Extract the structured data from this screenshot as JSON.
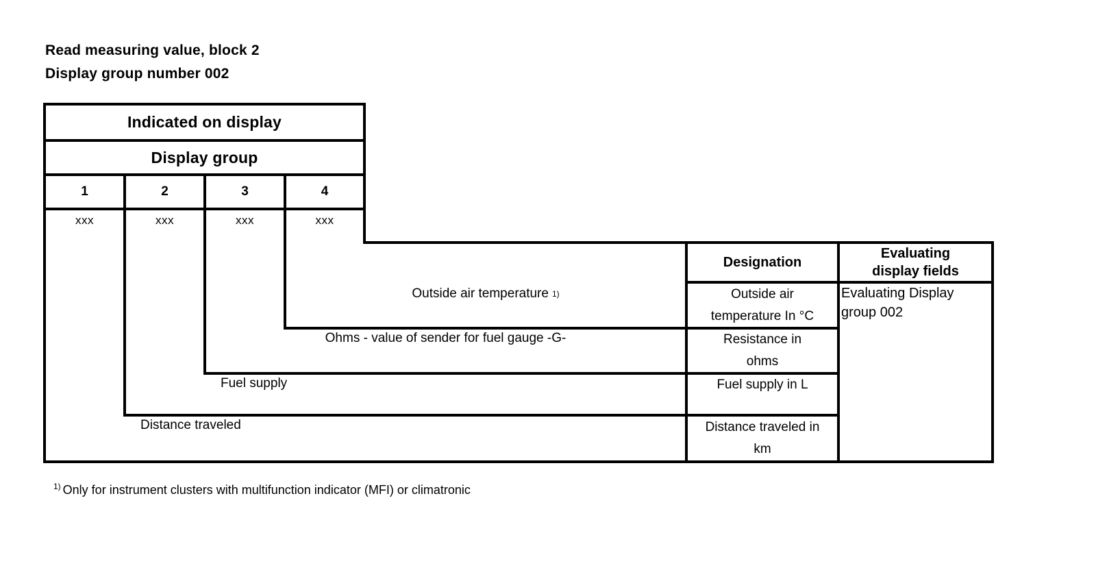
{
  "title": {
    "line1": "Read measuring value, block 2",
    "line2": "Display group number 002"
  },
  "table": {
    "header_indicated": "Indicated on display",
    "header_display_group": "Display group",
    "group_numbers": [
      "1",
      "2",
      "3",
      "4"
    ],
    "group_values": [
      "xxx",
      "xxx",
      "xxx",
      "xxx"
    ],
    "designation_header": "Designation",
    "evaluating_header_line1": "Evaluating",
    "evaluating_header_line2": "display fields",
    "evaluating_value_line1": "Evaluating Display",
    "evaluating_value_line2": "group 002",
    "rows": [
      {
        "description": "Outside air temperature",
        "footnote_marker": "1)",
        "designation_line1": "Outside air",
        "designation_line2": "temperature In °C"
      },
      {
        "description": "Ohms - value of sender for fuel gauge -G-",
        "footnote_marker": "",
        "designation_line1": "Resistance in",
        "designation_line2": "ohms"
      },
      {
        "description": "Fuel supply",
        "footnote_marker": "",
        "designation_line1": "Fuel supply in L",
        "designation_line2": ""
      },
      {
        "description": "Distance traveled",
        "footnote_marker": "",
        "designation_line1": "Distance traveled in",
        "designation_line2": "km"
      }
    ]
  },
  "footnote": {
    "marker": "1)",
    "text": "Only for instrument clusters with multifunction indicator (MFI) or climatronic"
  }
}
